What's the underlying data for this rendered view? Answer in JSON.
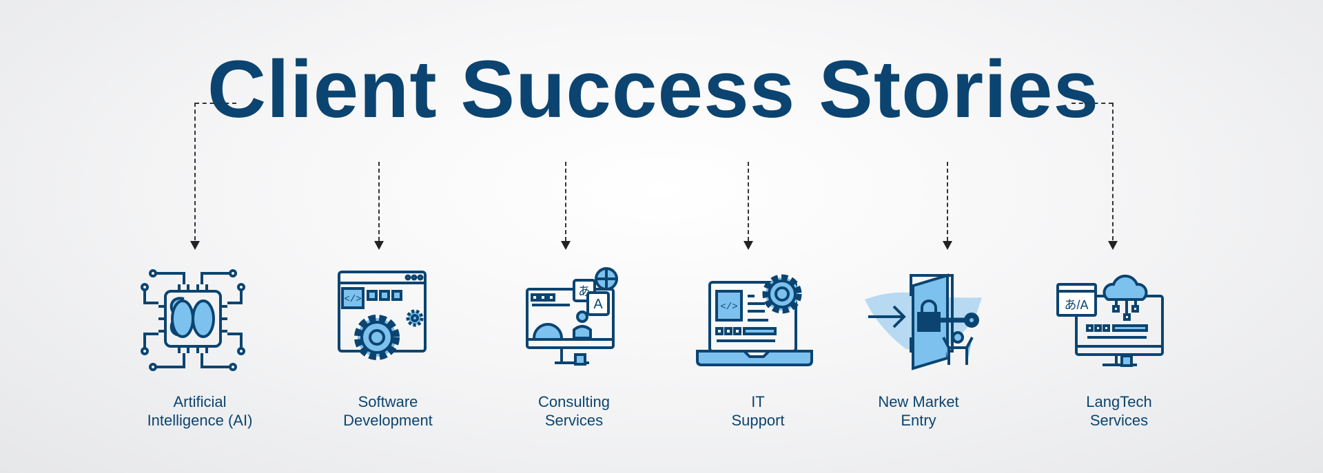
{
  "title": "Client Success Stories",
  "colors": {
    "primary": "#0b4470",
    "accent": "#7dc1ee"
  },
  "items": [
    {
      "line1": "Artificial",
      "line2": "Intelligence (AI)",
      "icon": "ai-chip-brain-icon"
    },
    {
      "line1": "Software",
      "line2": "Development",
      "icon": "software-window-gear-icon"
    },
    {
      "line1": "Consulting",
      "line2": "Services",
      "icon": "consulting-monitor-translation-icon"
    },
    {
      "line1": "IT",
      "line2": "Support",
      "icon": "laptop-gear-icon"
    },
    {
      "line1": "New Market",
      "line2": "Entry",
      "icon": "door-key-world-icon"
    },
    {
      "line1": "LangTech",
      "line2": "Services",
      "icon": "cloud-monitor-translation-icon"
    }
  ],
  "glyphs": {
    "code": "</>",
    "kana": "あ",
    "latin": "A",
    "translate": "あ/A"
  }
}
